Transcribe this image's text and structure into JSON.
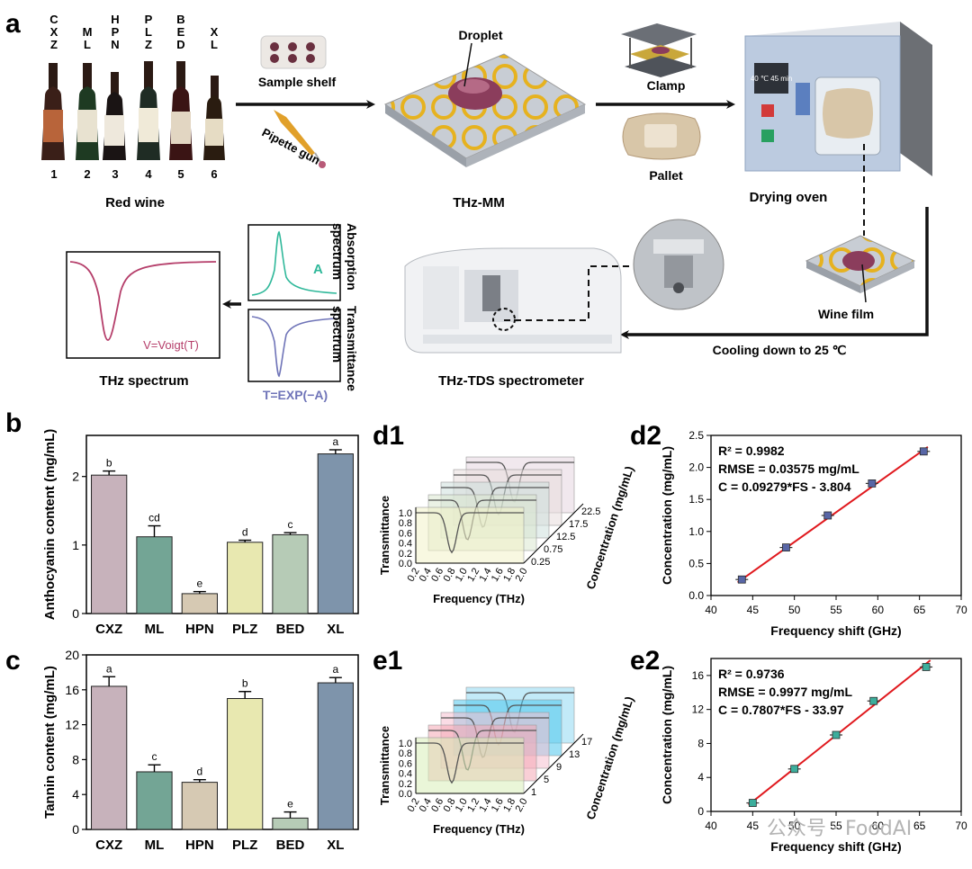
{
  "colors": {
    "arrow": "#111111",
    "bar_cxz": "#c7b2bb",
    "bar_ml": "#73a595",
    "bar_hpn": "#d6c9b3",
    "bar_plz": "#e8e8b0",
    "bar_bed": "#b6cbb6",
    "bar_xl": "#7e94ab",
    "fit_line": "#e0191e",
    "marker": "#5866a6",
    "spec_abs": "#2fb89a",
    "spec_trans": "#6f74b8",
    "spec_voigt": "#b53e6a"
  },
  "panel_a": {
    "letter": "a",
    "wine_codes": [
      "C X Z",
      "M L",
      "H P N",
      "P L Z",
      "B E D",
      "X L"
    ],
    "wine_numbers": [
      "1",
      "2",
      "3",
      "4",
      "5",
      "6"
    ],
    "wine_label": "Red wine",
    "sample_shelf": "Sample shelf",
    "pipette": "Pipette gun",
    "droplet": "Droplet",
    "thz_mm": "THz-MM",
    "clamp": "Clamp",
    "pallet": "Pallet",
    "drying_oven": "Drying oven",
    "oven_display": "40 ℃ 45 min",
    "wine_film": "Wine film",
    "cooling": "Cooling down to 25 ℃",
    "spectrometer": "THz-TDS spectrometer",
    "absorption": "Absorption spectrum",
    "abs_symbol": "A",
    "transmittance": "Transmittance spectrum",
    "trans_formula": "T=EXP(−A)",
    "thz_spectrum": "THz spectrum",
    "voigt": "V=Voigt(T)"
  },
  "chart_data": [
    {
      "id": "b",
      "type": "bar",
      "letter": "b",
      "categories": [
        "CXZ",
        "ML",
        "HPN",
        "PLZ",
        "BED",
        "XL"
      ],
      "values": [
        2.02,
        1.12,
        0.29,
        1.04,
        1.15,
        2.33
      ],
      "errors": [
        0.06,
        0.16,
        0.03,
        0.03,
        0.03,
        0.06
      ],
      "letters": [
        "b",
        "cd",
        "e",
        "d",
        "c",
        "a"
      ],
      "ylabel": "Anthocyanin content (mg/mL)",
      "ylim": [
        0,
        2.6
      ],
      "yticks": [
        0,
        1,
        2
      ]
    },
    {
      "id": "c",
      "type": "bar",
      "letter": "c",
      "categories": [
        "CXZ",
        "ML",
        "HPN",
        "PLZ",
        "BED",
        "XL"
      ],
      "values": [
        16.4,
        6.6,
        5.4,
        15.0,
        1.3,
        16.8
      ],
      "errors": [
        1.1,
        0.8,
        0.3,
        0.8,
        0.7,
        0.6
      ],
      "letters": [
        "a",
        "c",
        "d",
        "b",
        "e",
        "a"
      ],
      "ylabel": "Tannin content (mg/mL)",
      "ylim": [
        0,
        20
      ],
      "yticks": [
        0,
        4,
        8,
        12,
        16,
        20
      ]
    },
    {
      "id": "d1",
      "type": "line",
      "letter": "d1",
      "xlabel": "Frequency (THz)",
      "ylabel": "Transmittance",
      "zlabel": "Concentration (mg/mL)",
      "xticks": [
        "0.2",
        "0.4",
        "0.6",
        "0.8",
        "1.0",
        "1.2",
        "1.4",
        "1.6",
        "1.8",
        "2.0"
      ],
      "yticks": [
        "1.0",
        "0.8",
        "0.6",
        "0.4",
        "0.2",
        "0.0"
      ],
      "zticks": [
        "0.25",
        "0.75",
        "12.5",
        "17.5",
        "22.5"
      ]
    },
    {
      "id": "e1",
      "type": "line",
      "letter": "e1",
      "xlabel": "Frequency (THz)",
      "ylabel": "Transmittance",
      "zlabel": "Concentration (mg/mL)",
      "xticks": [
        "0.2",
        "0.4",
        "0.6",
        "0.8",
        "1.0",
        "1.2",
        "1.4",
        "1.6",
        "1.8",
        "2.0"
      ],
      "yticks": [
        "1.0",
        "0.8",
        "0.6",
        "0.4",
        "0.2",
        "0.0"
      ],
      "zticks": [
        "1",
        "5",
        "9",
        "13",
        "17"
      ]
    },
    {
      "id": "d2",
      "type": "scatter",
      "letter": "d2",
      "x": [
        43.7,
        49.0,
        54.0,
        59.3,
        65.5
      ],
      "y": [
        0.25,
        0.75,
        1.25,
        1.75,
        2.25
      ],
      "fit": {
        "slope": 0.09279,
        "intercept": -3.804
      },
      "xlabel": "Frequency shift (GHz)",
      "ylabel": "Concentration (mg/mL)",
      "xlim": [
        40,
        70
      ],
      "ylim": [
        0,
        2.5
      ],
      "xticks": [
        40,
        45,
        50,
        55,
        60,
        65,
        70
      ],
      "yticks": [
        "0.0",
        "0.5",
        "1.0",
        "1.5",
        "2.0",
        "2.5"
      ],
      "stats": [
        "R² = 0.9982",
        "RMSE = 0.03575 mg/mL",
        "C = 0.09279*FS - 3.804"
      ]
    },
    {
      "id": "e2",
      "type": "scatter",
      "letter": "e2",
      "x": [
        45.0,
        50.0,
        55.0,
        59.5,
        65.8
      ],
      "y": [
        1,
        5,
        9,
        13,
        17
      ],
      "fit": {
        "slope": 0.7807,
        "intercept": -33.97
      },
      "xlabel": "Frequency shift (GHz)",
      "ylabel": "Concentration (mg/mL)",
      "xlim": [
        40,
        70
      ],
      "ylim": [
        0,
        18
      ],
      "xticks": [
        40,
        45,
        50,
        55,
        60,
        65,
        70
      ],
      "yticks": [
        "0",
        "4",
        "8",
        "12",
        "16"
      ],
      "stats": [
        "R² = 0.9736",
        "RMSE = 0.9977 mg/mL",
        "C = 0.7807*FS - 33.97"
      ]
    }
  ],
  "watermark": "公众号 · FoodAI"
}
